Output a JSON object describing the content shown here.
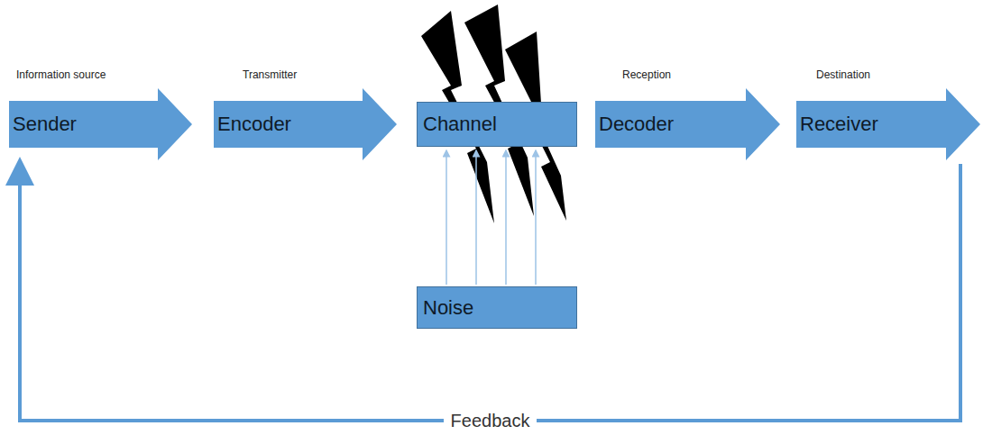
{
  "diagram": {
    "nodes": [
      {
        "text": [
          "Information source",
          "Sender"
        ]
      },
      {
        "text": [
          "Transmitter",
          "Encoder"
        ]
      },
      {
        "text": [
          "Channel"
        ]
      },
      {
        "text": [
          "Reception",
          "Decoder"
        ]
      },
      {
        "text": [
          "Destination",
          "Receiver"
        ]
      },
      {
        "text": [
          "Noise"
        ]
      }
    ],
    "edges": [
      {
        "from": 4,
        "to": 0,
        "label": "Feedback",
        "arrow": "to"
      },
      {
        "from": 5,
        "to": 2,
        "arrow": "to"
      }
    ]
  }
}
